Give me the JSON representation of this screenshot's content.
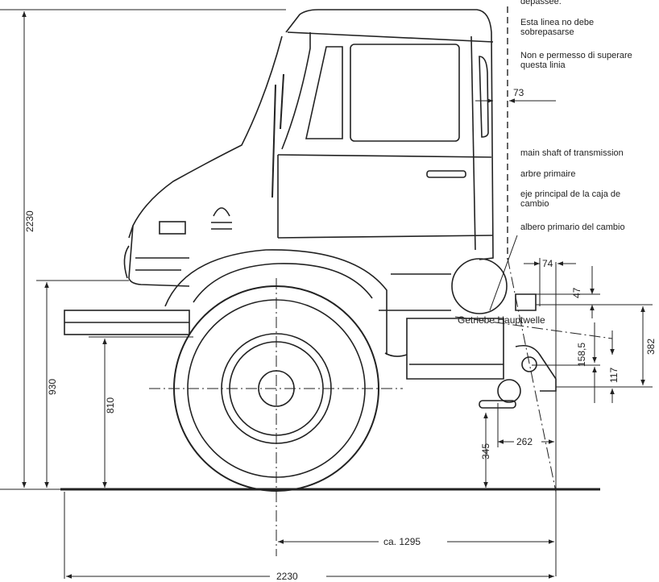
{
  "notes": {
    "line_top_partial": "dépassée.",
    "line_es": "Esta linea no debe\nsobrepasarse",
    "line_it": "Non e permesso di superare\nquesta linia",
    "shaft_en": "main shaft of transmission",
    "shaft_fr": "arbre primaire",
    "shaft_es": "eje principal de la caja de\ncambio",
    "shaft_it": "albero primario del cambio",
    "shaft_de": "Getriebe Hauptwelle"
  },
  "dimensions": {
    "total_height": "2230",
    "frame_height": "930",
    "wheel_center_height": "810",
    "cab_offset": "73",
    "shaft_offset": "74",
    "dim_47": "47",
    "dim_382": "382",
    "dim_158_5": "158,5",
    "dim_117": "117",
    "dim_345": "345",
    "dim_262": "262",
    "dim_1295": "ca. 1295",
    "total_length": "2230"
  },
  "colors": {
    "ink": "#222222",
    "background": "#ffffff"
  }
}
